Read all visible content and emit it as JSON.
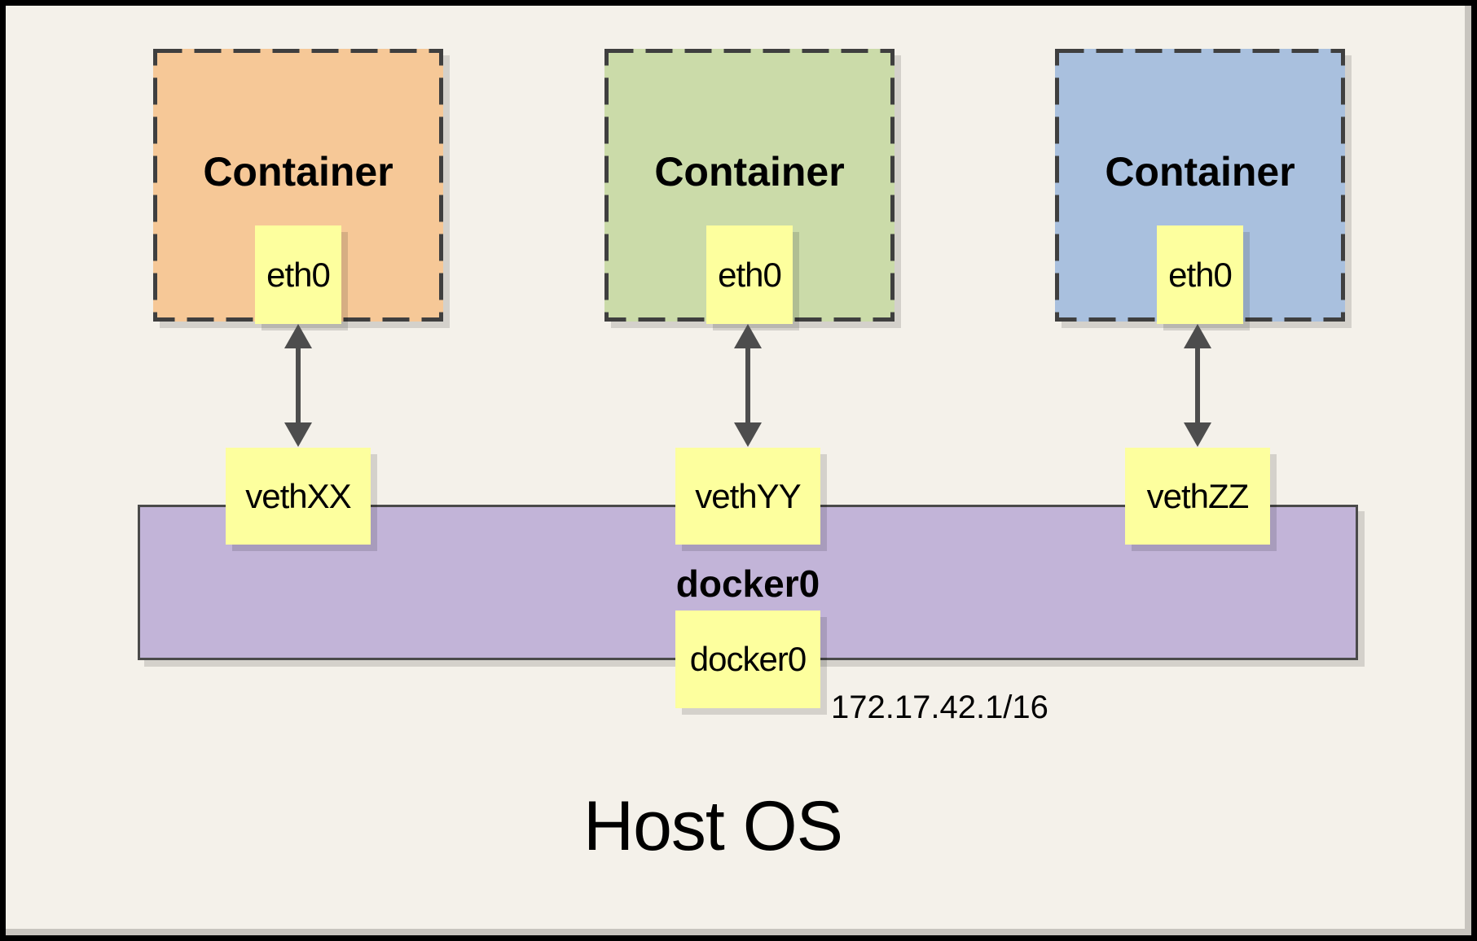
{
  "diagram": {
    "host": {
      "label": "Host OS"
    },
    "bridge": {
      "name_label": "docker0",
      "interface_label": "docker0",
      "ip_cidr": "172.17.42.1/16",
      "fill": "#C2B4D8"
    },
    "containers": [
      {
        "label": "Container",
        "interface_label": "eth0",
        "veth_label": "vethXX",
        "fill": "#F6C897"
      },
      {
        "label": "Container",
        "interface_label": "eth0",
        "veth_label": "vethYY",
        "fill": "#CBDBA9"
      },
      {
        "label": "Container",
        "interface_label": "eth0",
        "veth_label": "vethZZ",
        "fill": "#A9C0DE"
      }
    ],
    "colors": {
      "page_background": "#F4F1EA",
      "frame": "#000000",
      "note_fill": "#FDFF9E",
      "dashed_border": "#3F3F3F",
      "arrow": "#4D4D4D",
      "bar_border": "#4A4A4A"
    }
  }
}
